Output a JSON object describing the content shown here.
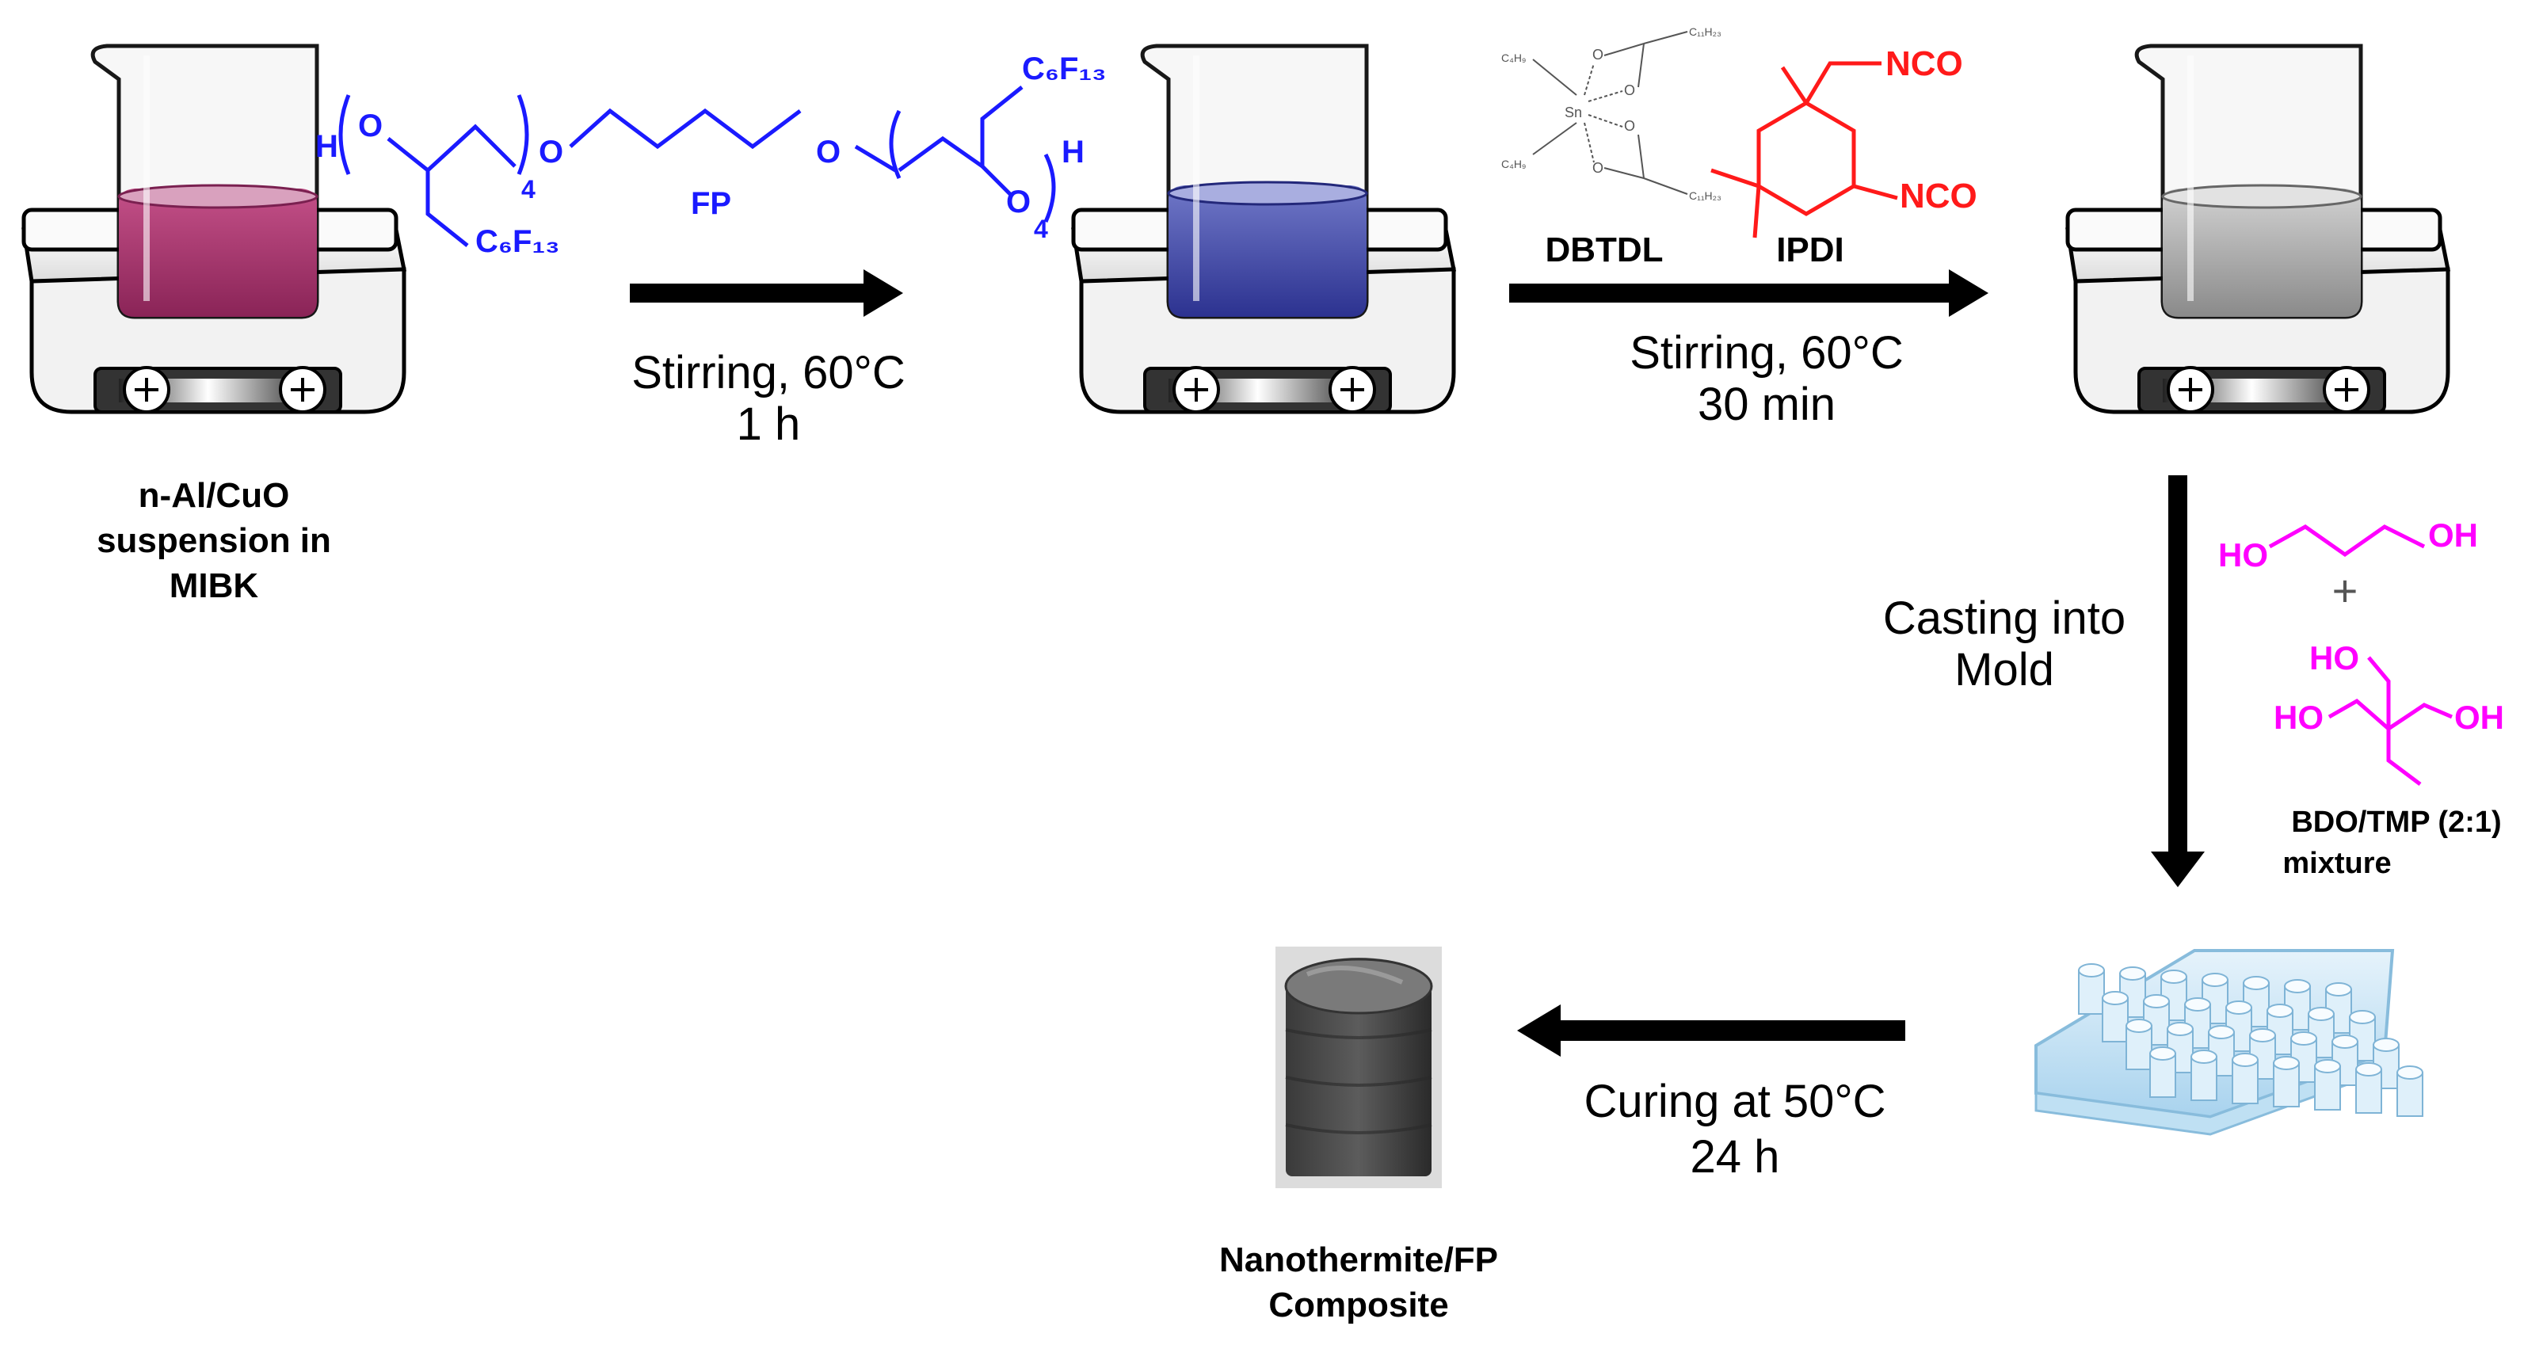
{
  "step1": {
    "caption_line1": "n-Al/CuO",
    "caption_line2": "suspension in",
    "caption_line3": "MIBK"
  },
  "fp_molecule": {
    "h_left": "H",
    "o1": "O",
    "sub4_left": "4",
    "o2": "O",
    "c6f13_left": "C₆F₁₃",
    "fp_label": "FP",
    "o3": "O",
    "o4": "O",
    "sub4_right": "4",
    "h_right": "H",
    "c6f13_right": "C₆F₁₃"
  },
  "arrow1": {
    "line1": "Stirring, 60°C",
    "line2": "1 h"
  },
  "dbtdl": {
    "label": "DBTDL",
    "sn": "Sn",
    "c4h9_top": "C₄H₉",
    "c4h9_bottom": "C₄H₉",
    "c11h23_top": "C₁₁H₂₃",
    "c11h23_bottom": "C₁₁H₂₃",
    "o_a": "O",
    "o_b": "O",
    "o_c": "O",
    "o_d": "O"
  },
  "ipdi": {
    "label": "IPDI",
    "nco_top": "NCO",
    "nco_bottom": "NCO"
  },
  "arrow2": {
    "line1": "Stirring, 60°C",
    "line2": "30 min"
  },
  "arrow3": {
    "line1": "Casting into",
    "line2": "Mold"
  },
  "bdo_tmp": {
    "ho_left": "HO",
    "oh_right": "OH",
    "plus": "+",
    "tmp_ho_top": "HO",
    "tmp_ho_left": "HO",
    "tmp_oh_right": "OH",
    "caption_line1": "BDO/TMP (2:1)",
    "caption_line2": "mixture"
  },
  "arrow4": {
    "line1": "Curing at 50°C",
    "line2": "24 h"
  },
  "product": {
    "caption_line1": "Nanothermite/FP",
    "caption_line2": "Composite"
  },
  "colors": {
    "fp_blue": "#1a1aff",
    "ipdi_red": "#ff1a1a",
    "polyol_magenta": "#ff00ff",
    "suspension_pink": "#a8346e",
    "blue_mix": "#3c3fa0",
    "grey_mix": "#9a9a9a"
  }
}
